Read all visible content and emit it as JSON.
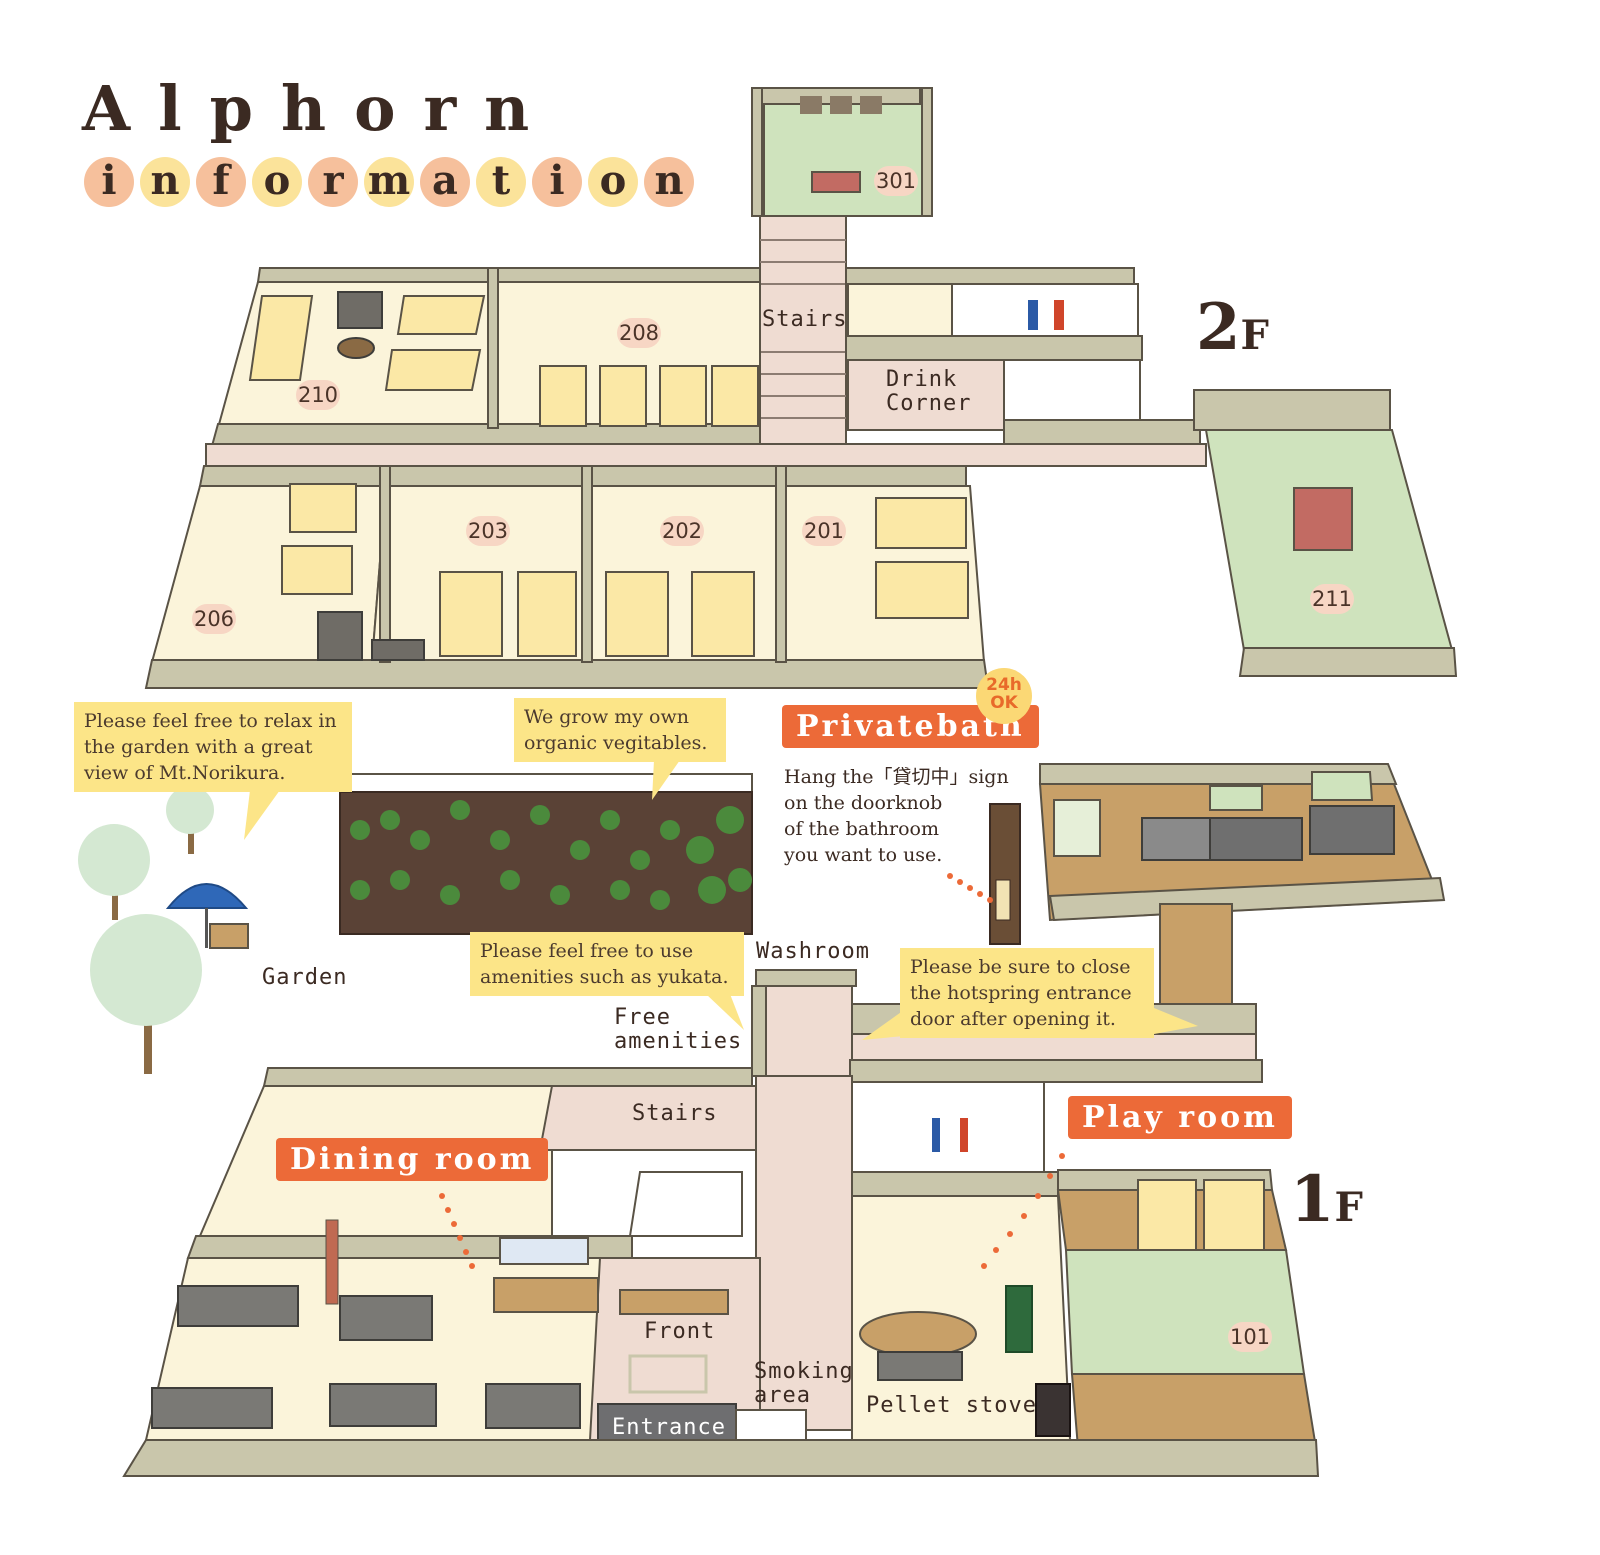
{
  "header": {
    "title": "Alphorn",
    "subtitle_letters": [
      "i",
      "n",
      "f",
      "o",
      "r",
      "m",
      "a",
      "t",
      "i",
      "o",
      "n"
    ],
    "letter_colors": [
      "#f6c09c",
      "#fbe39a"
    ]
  },
  "floors": {
    "second": {
      "num": "2",
      "suffix": "F"
    },
    "first": {
      "num": "1",
      "suffix": "F"
    }
  },
  "rooms": {
    "r301": "301",
    "r208": "208",
    "r210": "210",
    "r203": "203",
    "r202": "202",
    "r201": "201",
    "r206": "206",
    "r211": "211",
    "r101": "101"
  },
  "labels": {
    "stairs_2f": "Stairs",
    "drink_corner": "Drink\nCorner",
    "garden": "Garden",
    "washroom": "Washroom",
    "free_amenities": "Free\namenities",
    "stairs_1f": "Stairs",
    "front": "Front",
    "smoking_area": "Smoking\narea",
    "pellet_stove": "Pellet stove",
    "entrance": "Entrance"
  },
  "tags": {
    "private_bath": "Privatebath",
    "badge_24h": "24h",
    "badge_ok": "OK",
    "dining_room": "Dining room",
    "play_room": "Play room"
  },
  "callouts": {
    "garden": "Please feel free to relax in\nthe garden with a great\nview of Mt.Norikura.",
    "vegetables": "We grow my own\norganic vegitables.",
    "amenities": "Please feel free to use\namenities such as yukata.",
    "hotspring": "Please be sure to close\nthe hotspring entrance\ndoor after opening it."
  },
  "bath_note": "Hang the「貸切中」sign\non the doorknob\nof the bathroom\nyou want to use.",
  "colors": {
    "accent_orange": "#ec6a38",
    "callout_yellow": "#fce588",
    "floor_cream": "#fbf4da",
    "wall_grey": "#c9c6ab",
    "tatami_green": "#cfe3bd",
    "bed_yellow": "#fbe8a6",
    "corridor_pink": "#efdcd2",
    "wood_brown": "#b78a55"
  }
}
